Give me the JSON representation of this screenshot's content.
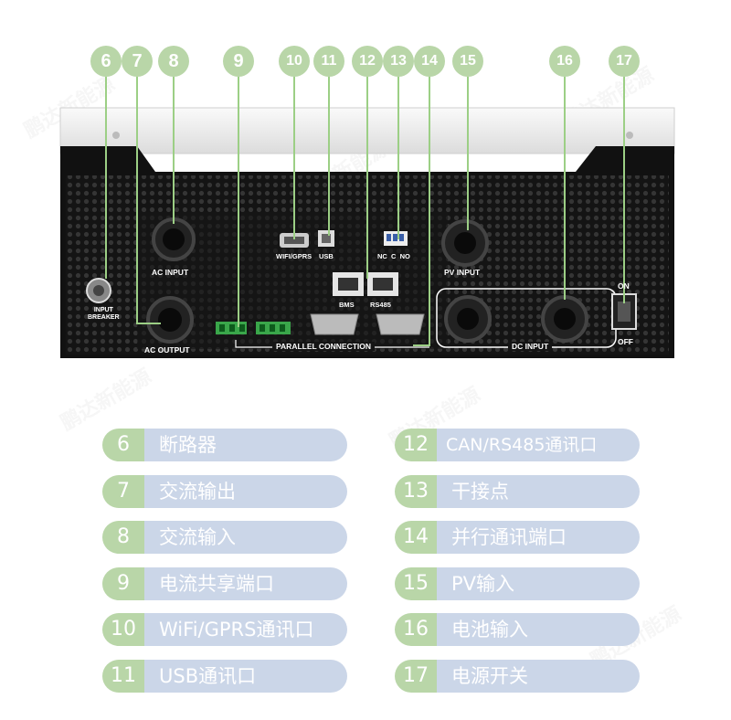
{
  "callouts": [
    {
      "num": "6"
    },
    {
      "num": "7"
    },
    {
      "num": "8"
    },
    {
      "num": "9"
    },
    {
      "num": "10"
    },
    {
      "num": "11"
    },
    {
      "num": "12"
    },
    {
      "num": "13"
    },
    {
      "num": "14"
    },
    {
      "num": "15"
    },
    {
      "num": "16"
    },
    {
      "num": "17"
    }
  ],
  "panel_labels": {
    "input_breaker": "INPUT\nBREAKER",
    "ac_input": "AC INPUT",
    "ac_output": "AC OUTPUT",
    "wifi_gprs": "WIFI/GPRS",
    "usb": "USB",
    "nc_c_no": "NC  C  NO",
    "bms": "BMS",
    "rs485": "RS485",
    "parallel_connection": "PARALLEL CONNECTION",
    "pv_input": "PV INPUT",
    "dc_input": "DC INPUT",
    "on": "ON",
    "off": "OFF"
  },
  "legend_left": [
    {
      "num": "6",
      "label": "断路器"
    },
    {
      "num": "7",
      "label": "交流输出"
    },
    {
      "num": "8",
      "label": "交流输入"
    },
    {
      "num": "9",
      "label": "电流共享端口"
    },
    {
      "num": "10",
      "label": "WiFi/GPRS通讯口"
    },
    {
      "num": "11",
      "label": "USB通讯口"
    }
  ],
  "legend_right": [
    {
      "num": "12",
      "label": "CAN/RS485通讯口"
    },
    {
      "num": "13",
      "label": "干接点"
    },
    {
      "num": "14",
      "label": "并行通讯端口"
    },
    {
      "num": "15",
      "label": "PV输入"
    },
    {
      "num": "16",
      "label": "电池输入"
    },
    {
      "num": "17",
      "label": "电源开关"
    }
  ],
  "watermark": "鹏达新能源",
  "colors": {
    "callout": "#b9d6a8",
    "legend_number_bg": "#b9d6a8",
    "legend_label_bg": "#cbd6e8",
    "device_body": "#111111",
    "device_top": "#f2f2f2",
    "terminal_green": "#3aa64a"
  }
}
